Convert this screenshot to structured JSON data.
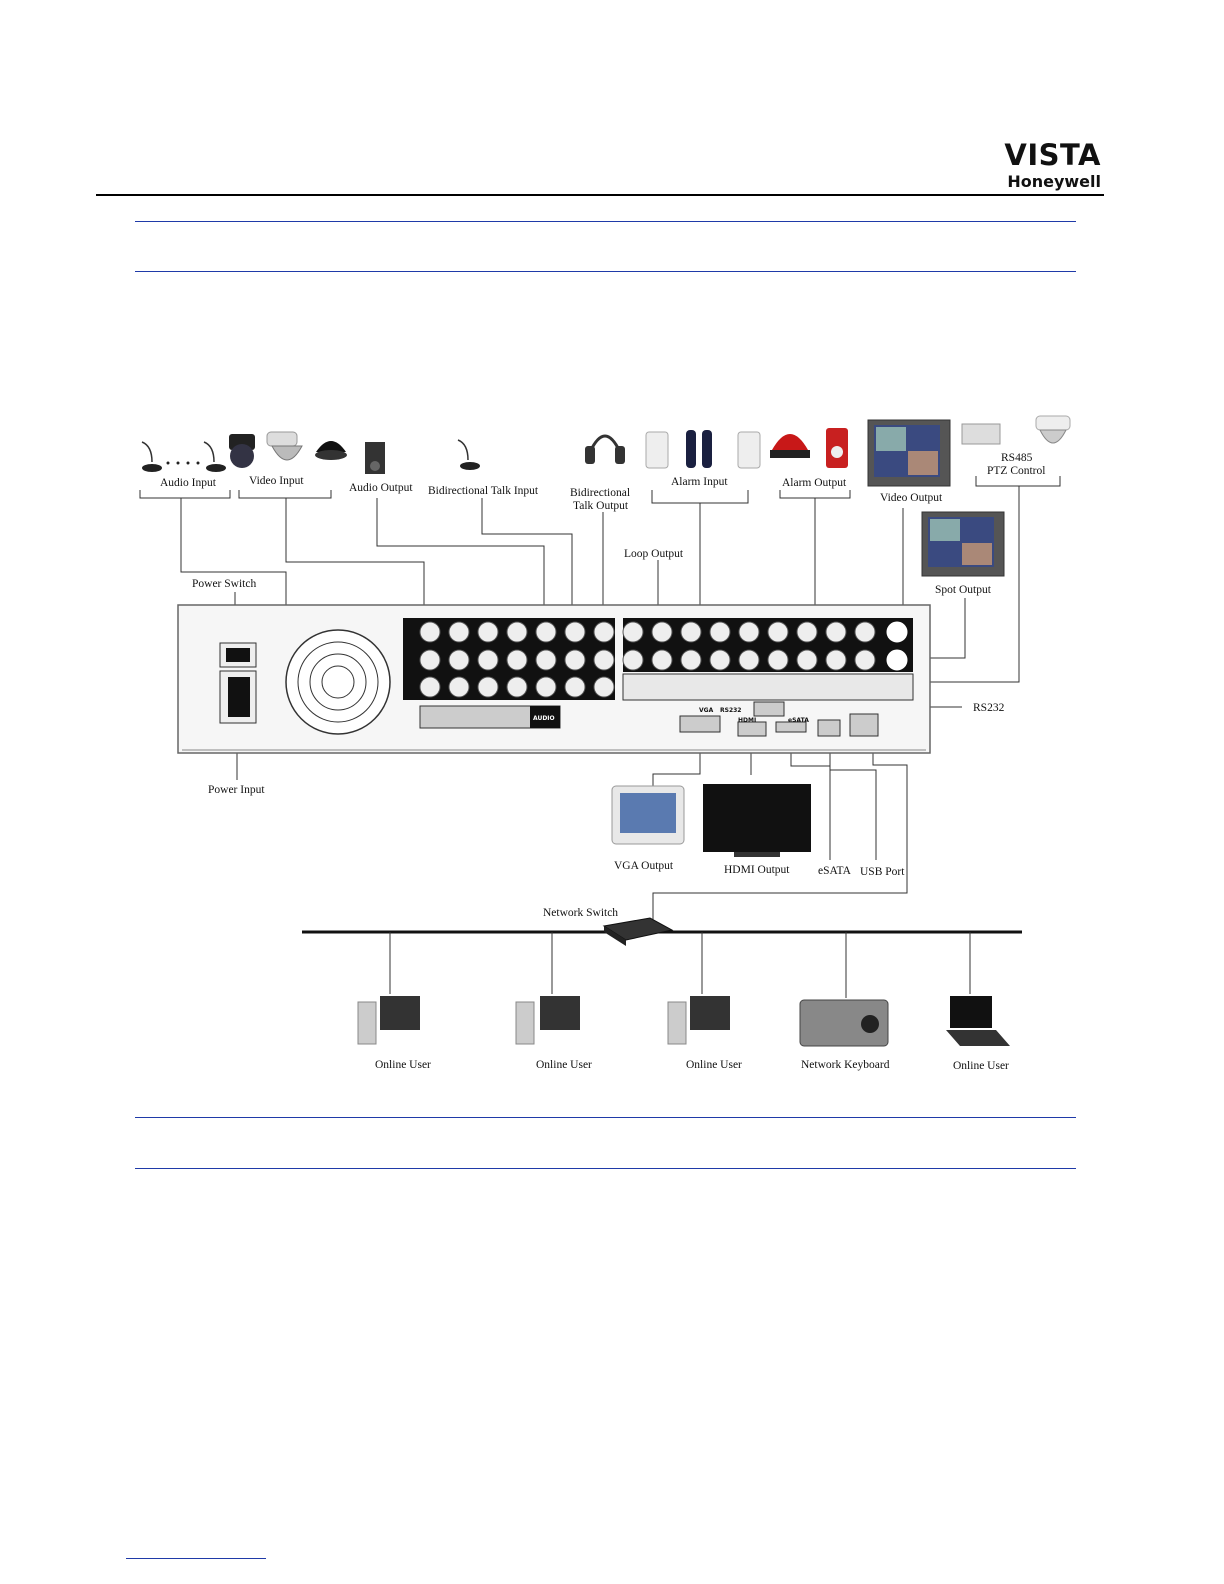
{
  "header": {
    "brand": "VISTA",
    "sub_brand": "Honeywell"
  },
  "diagram": {
    "labels": {
      "audio_input": "Audio Input",
      "video_input": "Video Input",
      "audio_output": "Audio Output",
      "bidi_talk_input": "Bidirectional Talk Input",
      "bidi_talk_output_1": "Bidirectional",
      "bidi_talk_output_2": "Talk Output",
      "alarm_input": "Alarm Input",
      "alarm_output": "Alarm Output",
      "video_output": "Video Output",
      "rs485_1": "RS485",
      "rs485_2": "PTZ Control",
      "loop_output": "Loop Output",
      "spot_output": "Spot  Output",
      "power_switch": "Power Switch",
      "power_input": "Power Input",
      "rs232": "RS232",
      "vga_output": "VGA Output",
      "hdmi_output": "HDMI Output",
      "esata": "eSATA",
      "usb_port": "USB Port",
      "network_switch": "Network Switch",
      "online_user_1": "Online User",
      "online_user_2": "Online User",
      "online_user_3": "Online User",
      "network_keyboard": "Network Keyboard",
      "online_user_4": "Online User"
    },
    "panel_labels": {
      "audio": "AUDIO",
      "vga": "VGA",
      "rs232": "RS232",
      "hdmi": "HDMI",
      "esata": "eSATA"
    }
  }
}
